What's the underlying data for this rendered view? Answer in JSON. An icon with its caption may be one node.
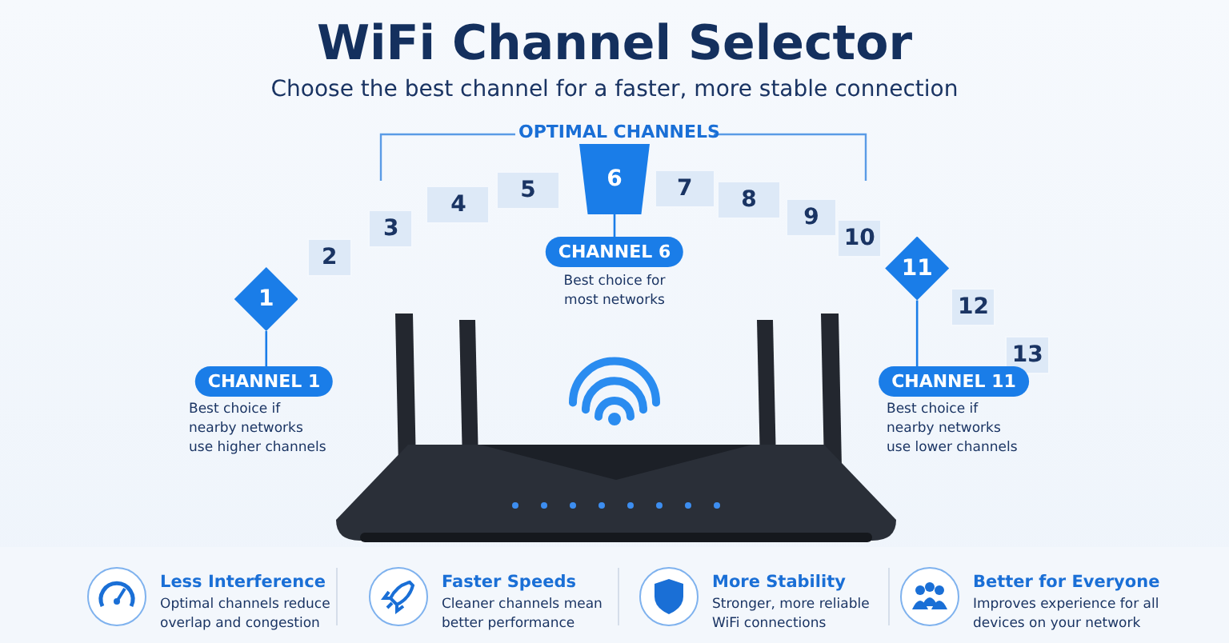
{
  "diagram": {
    "title": "WiFi Channel Selector",
    "nodes": [
      {
        "text": [
          "1"
        ]
      },
      {
        "text": [
          "2"
        ]
      },
      {
        "text": [
          "3"
        ]
      },
      {
        "text": [
          "4"
        ]
      },
      {
        "text": [
          "5"
        ]
      },
      {
        "text": [
          "6"
        ]
      },
      {
        "text": [
          "7"
        ]
      },
      {
        "text": [
          "8"
        ]
      },
      {
        "text": [
          "9"
        ]
      },
      {
        "text": [
          "10"
        ]
      },
      {
        "text": [
          "11"
        ]
      },
      {
        "text": [
          "12"
        ]
      },
      {
        "text": [
          "13"
        ]
      },
      {
        "text": [
          "CHANNEL 1"
        ],
        "beside": [
          "Best choice if nearby networks use higher channels"
        ]
      },
      {
        "text": [
          "CHANNEL 6"
        ],
        "beside": [
          "Best choice for most networks"
        ]
      },
      {
        "text": [
          "CHANNEL 11"
        ],
        "beside": [
          "Best choice if nearby networks use lower channels"
        ]
      }
    ],
    "edges": [
      {
        "from": 0,
        "to": 13,
        "arrow": "none"
      },
      {
        "from": 5,
        "to": 14,
        "arrow": "none"
      },
      {
        "from": 10,
        "to": 15,
        "arrow": "none"
      }
    ],
    "labels": [
      "Choose the best channel for a faster, more stable connection",
      "OPTIMAL CHANNELS",
      "Less Interference",
      "Optimal channels reduce overlap and congestion",
      "Faster Speeds",
      "Cleaner channels mean better performance",
      "More Stability",
      "Stronger, more reliable WiFi connections",
      "Better for Everyone",
      "Improves experience for all devices on your network"
    ]
  }
}
